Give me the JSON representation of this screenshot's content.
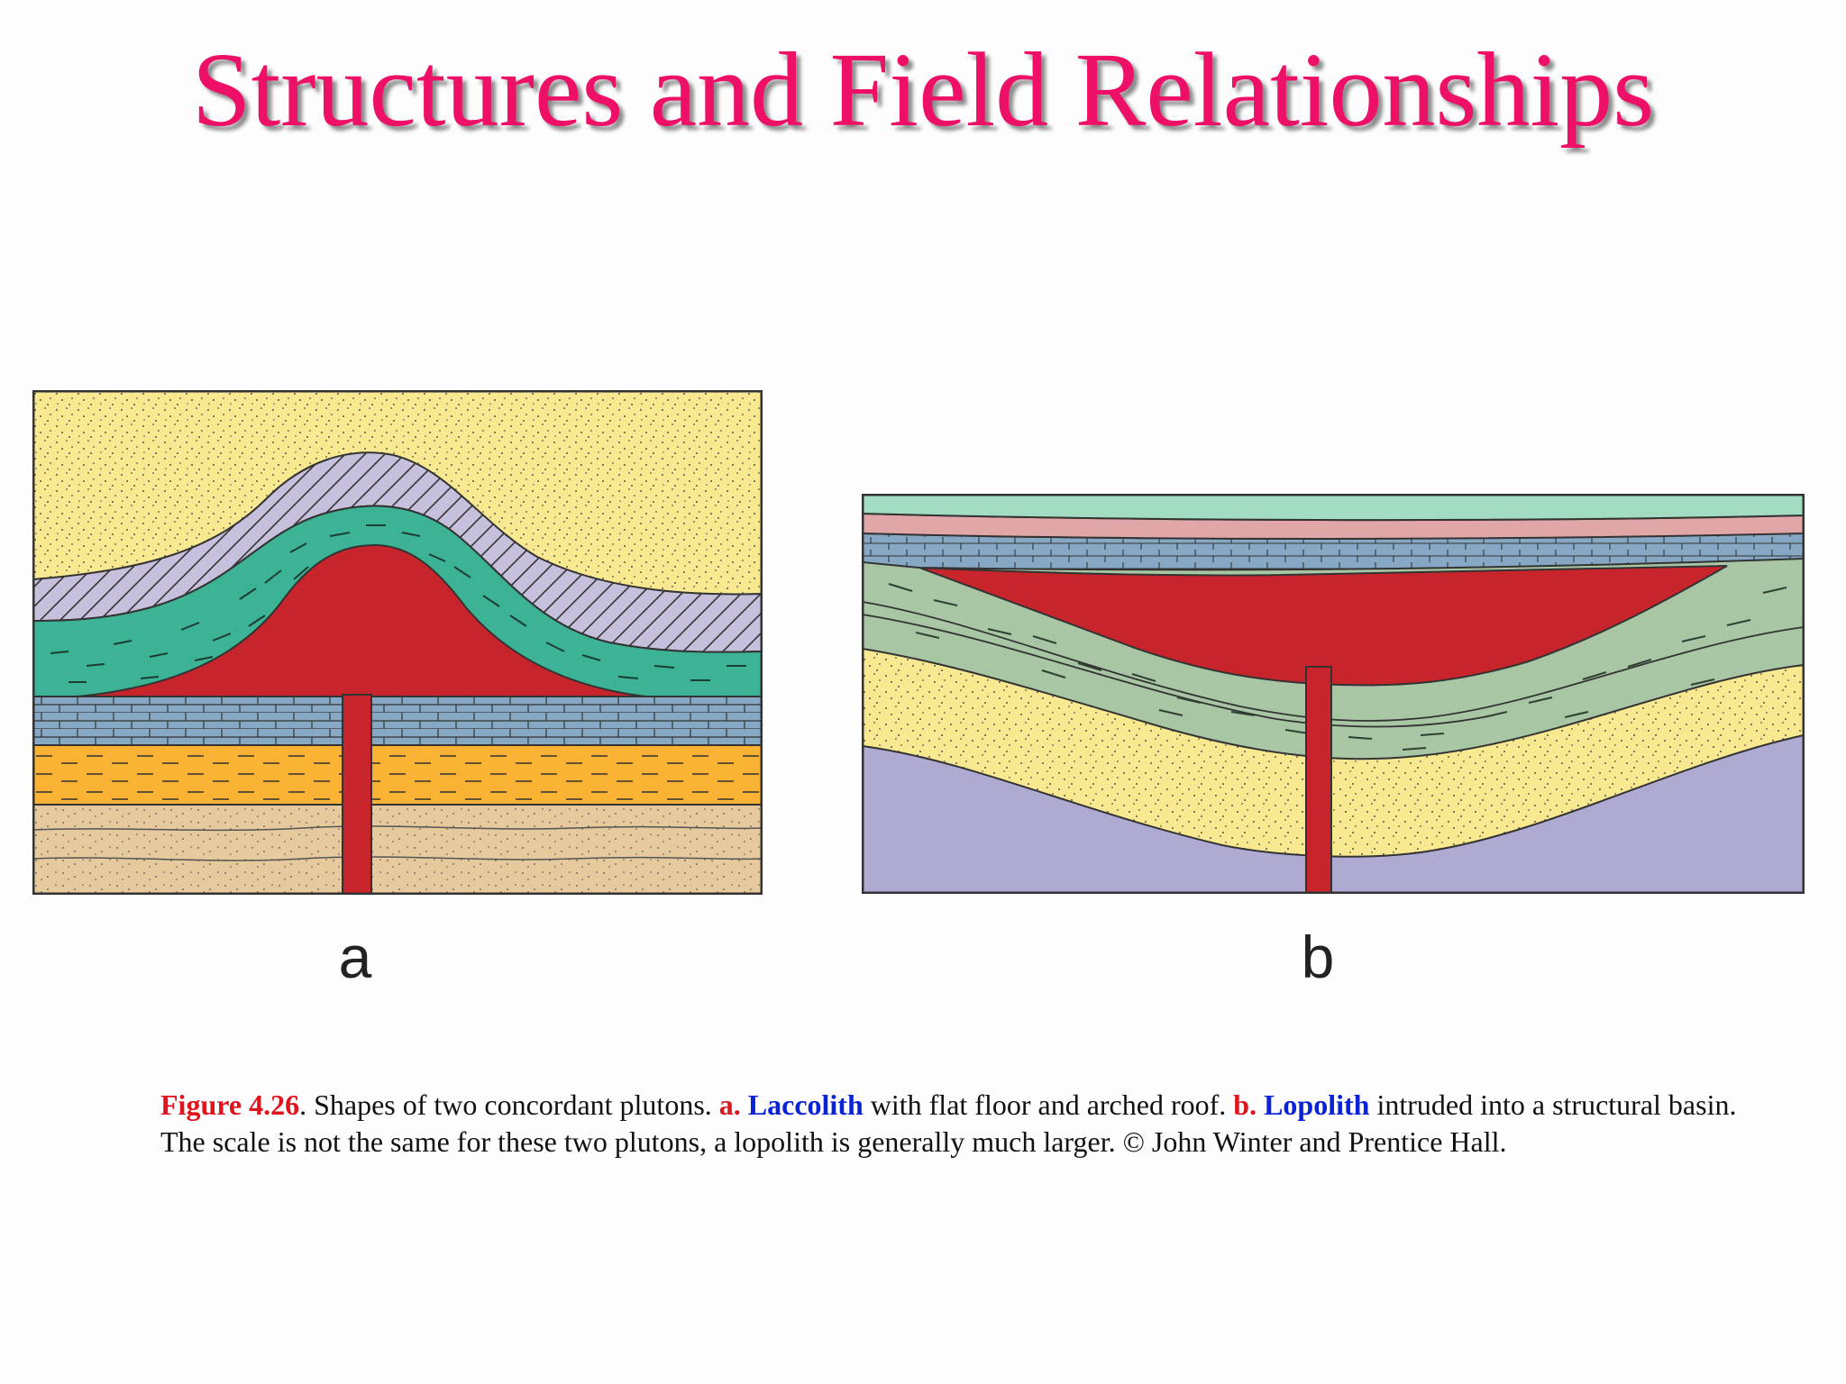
{
  "slide": {
    "title": "Structures and Field Relationships"
  },
  "figures": {
    "a": {
      "label": "a"
    },
    "b": {
      "label": "b"
    }
  },
  "caption": {
    "figure_number": "Figure 4.26",
    "after_number": ". Shapes of two concordant plutons. ",
    "a_marker": "a.",
    "a_term": "Laccolith",
    "a_text": " with flat floor and arched roof. ",
    "b_marker": "b.",
    "b_term": "Lopolith",
    "b_text": " intruded into a structural basin. The scale is not the same for these two plutons, a lopolith is generally much larger. © John Winter and Prentice Hall."
  },
  "colors": {
    "title": "#ee1066",
    "pluton_red": "#c8242b",
    "sand_yellow": "#f8e88f",
    "lavender": "#c6c0dd",
    "teal": "#3bb394",
    "limestone_blue": "#86a8c4",
    "orange": "#f9b233",
    "tan": "#e6c99c",
    "mint": "#a2dcc2",
    "pink": "#e1a7a8",
    "sage": "#a8c6a4",
    "purple": "#aeaad1"
  }
}
